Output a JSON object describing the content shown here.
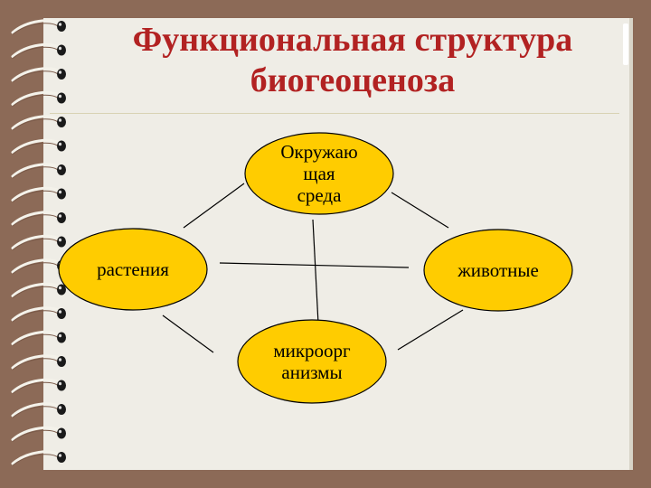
{
  "title": {
    "line1": "Функциональная структура",
    "line2": "биогеоценоза"
  },
  "diagram": {
    "nodes": [
      {
        "id": "environment",
        "lines": [
          "Окружаю",
          "щая",
          "среда"
        ]
      },
      {
        "id": "plants",
        "lines": [
          "растения"
        ]
      },
      {
        "id": "animals",
        "lines": [
          "животные"
        ]
      },
      {
        "id": "microorganisms",
        "lines": [
          "микроорг",
          "анизмы"
        ]
      }
    ],
    "node_fill": "#ffcc00",
    "node_stroke": "#000000",
    "line_color": "#000000"
  },
  "colors": {
    "background": "#8c6a57",
    "page": "#efede6",
    "title": "#b22222"
  }
}
